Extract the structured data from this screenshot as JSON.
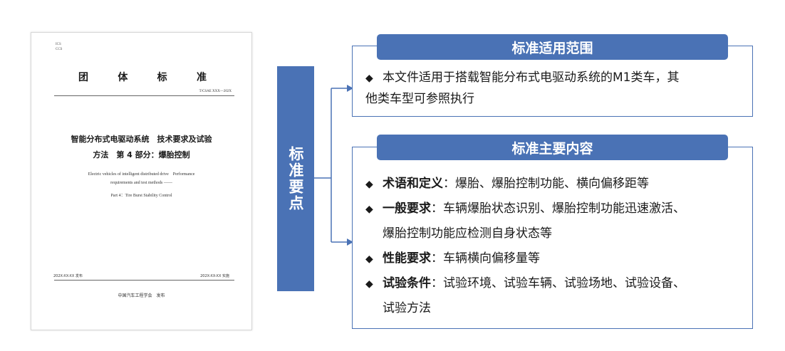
{
  "document": {
    "ics_lines": [
      "ICS",
      "CCS"
    ],
    "heading_chars": [
      "团",
      "体",
      "标",
      "准"
    ],
    "standard_number": "T/CSAE XXX—202X",
    "title_line1": "智能分布式电驱动系统　技术要求及试验",
    "title_line2": "方法　第 4 部分：爆胎控制",
    "english_title_line1": "Electric vehicles of intelligent distributed drive　Performance",
    "english_title_line2": "requirements and test methods ——",
    "english_title_line3": "Part 4：Tire Burst Stability Control",
    "issue_date": "202X-XX-XX 发布",
    "implementation_date": "202X-XX-XX 实施",
    "publisher": "中国汽车工程学会　发布"
  },
  "key_points_label": "标准要点",
  "scope": {
    "header": "标准适用范围",
    "bullet": "◆",
    "line1": "本文件适用于搭载智能分布式电驱动系统的M1类车，其",
    "line2": "他类车型可参照执行"
  },
  "content": {
    "header": "标准主要内容",
    "bullet": "◆",
    "items": [
      {
        "term": "术语和定义",
        "text_line1": "：爆胎、爆胎控制功能、横向偏移距等",
        "text_line2": ""
      },
      {
        "term": "一般要求",
        "text_line1": "：车辆爆胎状态识别、爆胎控制功能迅速激活、",
        "text_line2": "爆胎控制功能应检测自身状态等"
      },
      {
        "term": "性能要求",
        "text_line1": "：车辆横向偏移量等",
        "text_line2": ""
      },
      {
        "term": "试验条件",
        "text_line1": "：试验环境、试验车辆、试验场地、试验设备、",
        "text_line2": "试验方法"
      }
    ]
  },
  "colors": {
    "accent": "#4a72b5",
    "text": "#1a1a1a"
  }
}
